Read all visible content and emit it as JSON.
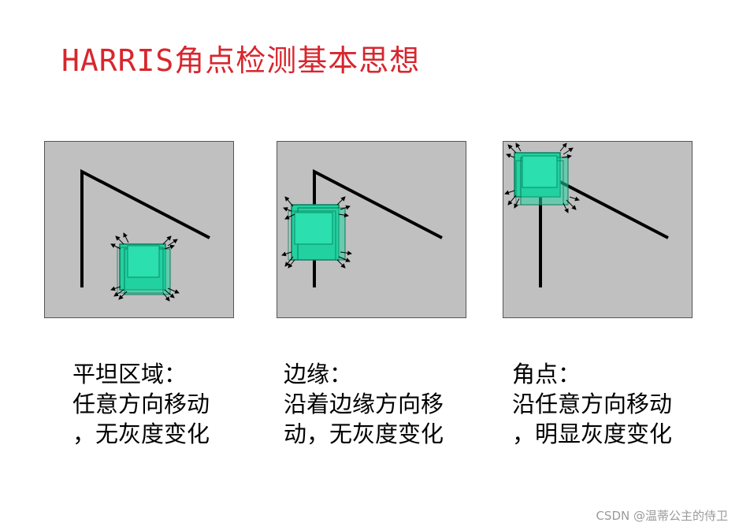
{
  "title": "HARRIS角点检测基本思想",
  "panels": [
    {
      "caption_lines": [
        "平坦区域：",
        "任意方向移动",
        "，无灰度变化"
      ]
    },
    {
      "caption_lines": [
        "边缘：",
        "沿着边缘方向移",
        "动，无灰度变化"
      ]
    },
    {
      "caption_lines": [
        "角点：",
        "沿任意方向移动",
        "，明显灰度变化"
      ]
    }
  ],
  "colors": {
    "title": "#d8262e",
    "panel_bg": "#c0c0c0",
    "window_fill": "#22d1a0",
    "line": "#000000"
  },
  "watermark": "CSDN @温蒂公主的侍卫"
}
